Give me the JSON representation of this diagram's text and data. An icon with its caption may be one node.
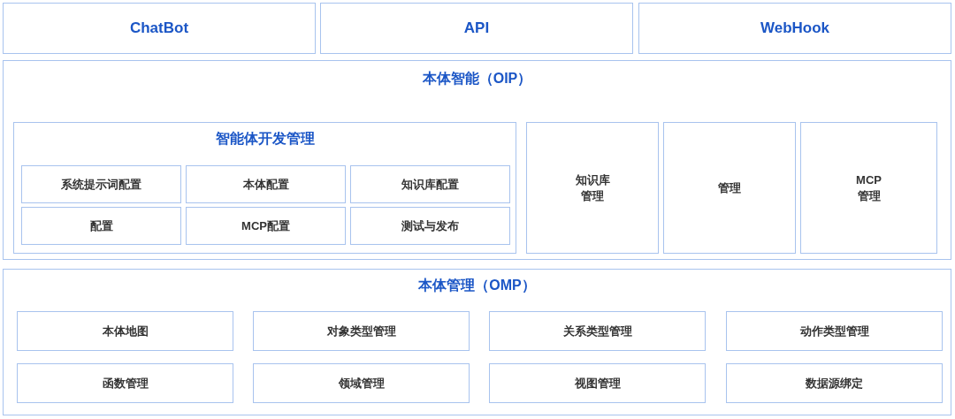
{
  "diagram": {
    "nodes": [
      {
        "text": [
          "ChatBot"
        ]
      },
      {
        "text": [
          "API"
        ]
      },
      {
        "text": [
          "WebHook"
        ]
      },
      {
        "text": [
          "本体智能（OIP）"
        ]
      },
      {
        "text": [
          "智能体开发管理"
        ],
        "in": 3
      },
      {
        "text": [
          "系统提示词配置"
        ],
        "in": 4
      },
      {
        "text": [
          "本体配置"
        ],
        "in": 4
      },
      {
        "text": [
          "知识库配置"
        ],
        "in": 4
      },
      {
        "text": [
          "配置"
        ],
        "in": 4
      },
      {
        "text": [
          "MCP配置"
        ],
        "in": 4
      },
      {
        "text": [
          "测试与发布"
        ],
        "in": 4
      },
      {
        "text": [
          "知识库管理"
        ],
        "in": 3
      },
      {
        "text": [
          "管理"
        ],
        "in": 3
      },
      {
        "text": [
          "MCP管理"
        ],
        "in": 3
      },
      {
        "text": [
          "本体管理（OMP）"
        ]
      },
      {
        "text": [
          "本体地图"
        ],
        "in": 14
      },
      {
        "text": [
          "对象类型管理"
        ],
        "in": 14
      },
      {
        "text": [
          "关系类型管理"
        ],
        "in": 14
      },
      {
        "text": [
          "动作类型管理"
        ],
        "in": 14
      },
      {
        "text": [
          "函数管理"
        ],
        "in": 14
      },
      {
        "text": [
          "领域管理"
        ],
        "in": 14
      },
      {
        "text": [
          "视图管理"
        ],
        "in": 14
      },
      {
        "text": [
          "数据源绑定"
        ],
        "in": 14
      }
    ],
    "edges": []
  }
}
